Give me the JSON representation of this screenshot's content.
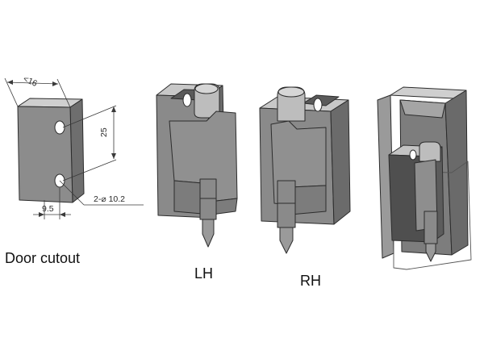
{
  "labels": {
    "door_cutout": "Door cutout",
    "lh": "LH",
    "rh": "RH"
  },
  "dimensions": {
    "width_max": "<16",
    "height": "25",
    "holes": "2-⌀ 10.2",
    "hole_offset": "9.5"
  },
  "colors": {
    "front": "#8a8a8a",
    "side": "#6e6e6e",
    "top": "#c9c9c9",
    "dark": "#4e4e4e",
    "edge": "#2c2c2c",
    "dim": "#3a3a3a"
  }
}
